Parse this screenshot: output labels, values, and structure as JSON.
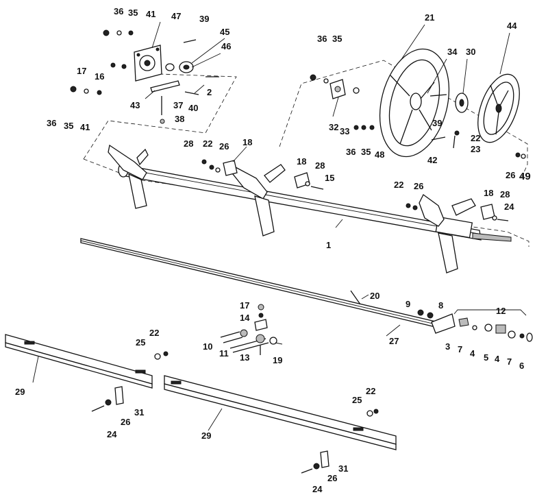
{
  "diagram": {
    "callouts": {
      "c36a": "36",
      "c35a": "35",
      "c41a": "41",
      "c47": "47",
      "c39a": "39",
      "c45": "45",
      "c46": "46",
      "c17a": "17",
      "c16": "16",
      "c2": "2",
      "c36b": "36",
      "c35b": "35",
      "c41b": "41",
      "c43": "43",
      "c37": "37",
      "c40": "40",
      "c38": "38",
      "c36c": "36",
      "c35c": "35",
      "c21": "21",
      "c34": "34",
      "c30": "30",
      "c44": "44",
      "c32": "32",
      "c33": "33",
      "c36d": "36",
      "c35d": "35",
      "c48": "48",
      "c39b": "39",
      "c22a": "22",
      "c23": "23",
      "c42": "42",
      "c26a": "26",
      "c49": "49",
      "c28a": "28",
      "c22b": "22",
      "c26b": "26",
      "c18a": "18",
      "c18b": "18",
      "c28b": "28",
      "c15": "15",
      "c22c": "22",
      "c26c": "26",
      "c18c": "18",
      "c28c": "28",
      "c24a": "24",
      "c1": "1",
      "c20": "20",
      "c9": "9",
      "c8": "8",
      "c12": "12",
      "c27": "27",
      "c3": "3",
      "c7a": "7",
      "c4a": "4",
      "c5": "5",
      "c4b": "4",
      "c7b": "7",
      "c6": "6",
      "c17b": "17",
      "c14": "14",
      "c10": "10",
      "c11": "11",
      "c13": "13",
      "c19": "19",
      "c22d": "22",
      "c25a": "25",
      "c29a": "29",
      "c31a": "31",
      "c26d": "26",
      "c24b": "24",
      "c22e": "22",
      "c25b": "25",
      "c29b": "29",
      "c31b": "31",
      "c26e": "26",
      "c24c": "24"
    }
  }
}
